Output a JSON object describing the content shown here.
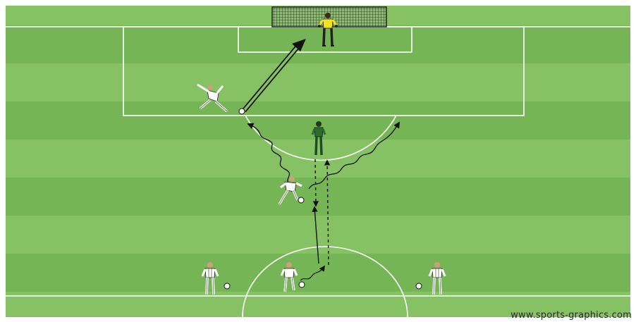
{
  "diagram": {
    "watermark": "www.sports-graphics.com",
    "colors": {
      "grass_light": "#86c164",
      "grass_dark": "#76b556",
      "lines": "#ffffff",
      "goalkeeper_shirt": "#f2e51f",
      "defender_kit": "#2f6b2f",
      "attacker_kit": "#ffffff",
      "movement": "#111111"
    },
    "players": [
      {
        "name": "goalkeeper",
        "role": "goalkeeper"
      },
      {
        "name": "defender",
        "role": "defender"
      },
      {
        "name": "striker-shooting",
        "role": "attacker"
      },
      {
        "name": "dribbler",
        "role": "attacker"
      },
      {
        "name": "waiting-player-left",
        "role": "attacker"
      },
      {
        "name": "waiting-player-center",
        "role": "attacker"
      },
      {
        "name": "waiting-player-right",
        "role": "attacker"
      }
    ],
    "arrows": [
      {
        "type": "shot",
        "style": "double-line"
      },
      {
        "type": "dribble",
        "style": "wavy"
      },
      {
        "type": "pass",
        "style": "solid"
      },
      {
        "type": "run",
        "style": "dashed"
      }
    ]
  }
}
